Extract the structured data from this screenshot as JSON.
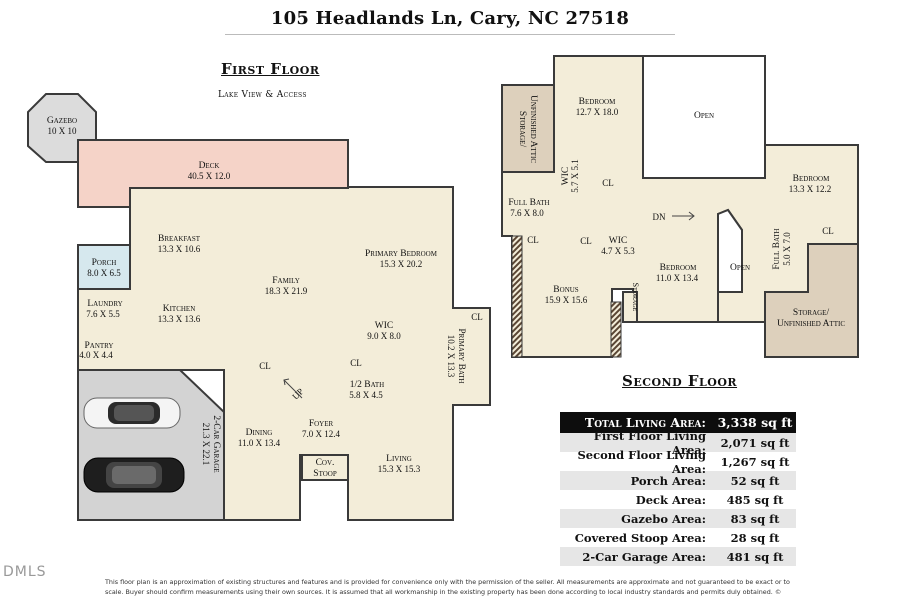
{
  "header": {
    "address": "105 Headlands Ln, Cary, NC 27518"
  },
  "first_floor": {
    "title": "First Floor",
    "subtitle": "Lake View & Access",
    "rooms": {
      "gazebo": {
        "name": "Gazebo",
        "dims": "10 X 10"
      },
      "deck": {
        "name": "Deck",
        "dims": "40.5 X 12.0"
      },
      "porch": {
        "name": "Porch",
        "dims": "8.0 X 6.5"
      },
      "breakfast": {
        "name": "Breakfast",
        "dims": "13.3 X 10.6"
      },
      "family": {
        "name": "Family",
        "dims": "18.3 X 21.9"
      },
      "primary_bedroom": {
        "name": "Primary Bedroom",
        "dims": "15.3 X 20.2"
      },
      "laundry": {
        "name": "Laundry",
        "dims": "7.6 X 5.5"
      },
      "pantry": {
        "name": "Pantry",
        "dims": "4.0 X 4.4"
      },
      "kitchen": {
        "name": "Kitchen",
        "dims": "13.3 X 13.6"
      },
      "wic": {
        "name": "WIC",
        "dims": "9.0 X 8.0"
      },
      "primary_bath": {
        "name": "Primary Bath",
        "dims": "10.2 X 13.3"
      },
      "half_bath": {
        "name": "1/2 Bath",
        "dims": "5.8 X 4.5"
      },
      "garage": {
        "name": "2-Car Garage",
        "dims": "21.3 X 22.1"
      },
      "dining": {
        "name": "Dining",
        "dims": "11.0 X 13.4"
      },
      "foyer": {
        "name": "Foyer",
        "dims": "7.0 X 12.4"
      },
      "stoop_line1": "Cov.",
      "stoop_line2": "Stoop",
      "living": {
        "name": "Living",
        "dims": "15.3 X 15.3"
      }
    },
    "cl": "CL",
    "up": "UP"
  },
  "second_floor": {
    "title": "Second Floor",
    "rooms": {
      "storage_left_line1": "Storage/",
      "storage_left_line2": "Unfinished Attic",
      "bedroom1": {
        "name": "Bedroom",
        "dims": "12.7 X 18.0"
      },
      "open_top": "Open",
      "wic1": {
        "name": "WIC",
        "dims": "5.7 X 5.1"
      },
      "bedroom2": {
        "name": "Bedroom",
        "dims": "13.3 X 12.2"
      },
      "full_bath1": {
        "name": "Full Bath",
        "dims": "7.6 X 8.0"
      },
      "dn": "DN",
      "wic2": {
        "name": "WIC",
        "dims": "4.7 X 5.3"
      },
      "full_bath2": {
        "name": "Full Bath",
        "dims": "5.0 X 7.0"
      },
      "bedroom3": {
        "name": "Bedroom",
        "dims": "11.0 X 13.4"
      },
      "open_mid": "Open",
      "bonus": {
        "name": "Bonus",
        "dims": "15.9 X 15.6"
      },
      "storage_small": "Storage",
      "storage_right_line1": "Storage/",
      "storage_right_line2": "Unfinished Attic"
    },
    "cl": "CL"
  },
  "summary": {
    "total": {
      "label": "Total Living Area:",
      "value": "3,338 sq ft"
    },
    "rows": [
      {
        "label": "First Floor Living Area:",
        "value": "2,071 sq ft"
      },
      {
        "label": "Second Floor Living Area:",
        "value": "1,267 sq ft"
      },
      {
        "label": "Porch Area:",
        "value": "52 sq ft"
      },
      {
        "label": "Deck Area:",
        "value": "485 sq ft"
      },
      {
        "label": "Gazebo Area:",
        "value": "83 sq ft"
      },
      {
        "label": "Covered Stoop Area:",
        "value": "28 sq ft"
      },
      {
        "label": "2-Car Garage Area:",
        "value": "481 sq ft"
      }
    ]
  },
  "mls": "DMLS",
  "disclaimer": "This floor plan is an approximation of existing structures and features and is provided for convenience only with the permission of the seller. All measurements are approximate and not guaranteed to be exact or to scale. Buyer should confirm measurements using their own sources. It is assumed that all workmanship in the existing property has been done according to local industry standards and permits duly obtained. ©",
  "colors": {
    "living": "#f3edd9",
    "deck": "#f5d3c8",
    "porch": "#d6e8ee",
    "storage": "#ddd0bc",
    "garage": "#d3d3d3",
    "stair_hatch": "#8b6f4e"
  }
}
